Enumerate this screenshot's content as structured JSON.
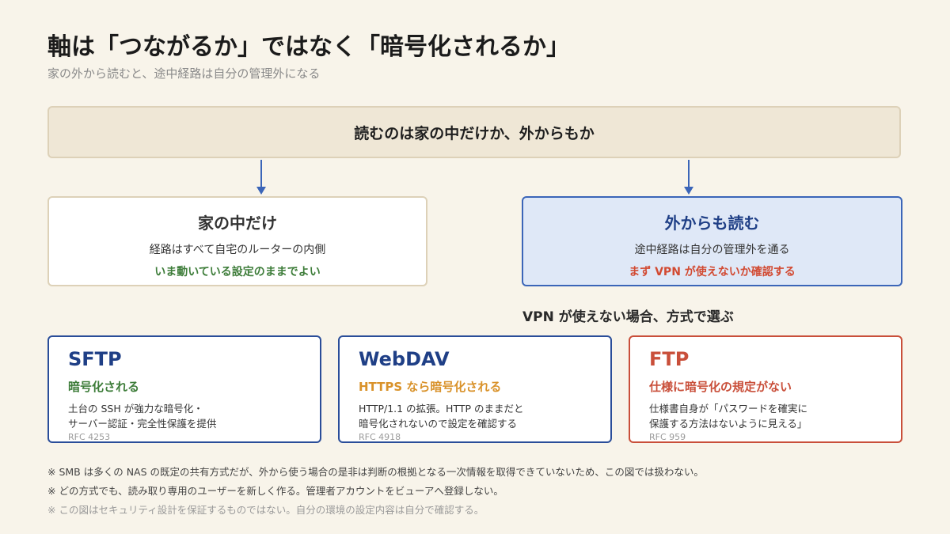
{
  "header": {
    "title": "軸は「つながるか」ではなく「暗号化されるか」",
    "subtitle": "家の外から読むと、途中経路は自分の管理外になる"
  },
  "root": {
    "question": "読むのは家の中だけか、外からもか"
  },
  "branches": {
    "home": {
      "title": "家の中だけ",
      "description": "経路はすべて自宅のルーターの内側",
      "note": "いま動いている設定のままでよい"
    },
    "outside": {
      "title": "外からも読む",
      "description": "途中経路は自分の管理外を通る",
      "note": "まず VPN が使えないか確認する"
    }
  },
  "vpn_caption": "VPN が使えない場合、方式で選ぶ",
  "methods": [
    {
      "name": "SFTP",
      "status": "暗号化される",
      "description_lines": [
        "土台の SSH が強力な暗号化・",
        "サーバー認証・完全性保護を提供"
      ],
      "rfc": "RFC 4253"
    },
    {
      "name": "WebDAV",
      "status": "HTTPS なら暗号化される",
      "description_lines": [
        "HTTP/1.1 の拡張。HTTP のままだと",
        "暗号化されないので設定を確認する"
      ],
      "rfc": "RFC 4918"
    },
    {
      "name": "FTP",
      "status": "仕様に暗号化の規定がない",
      "description_lines": [
        "仕様書自身が「パスワードを確実に",
        "保護する方法はないように見える」"
      ],
      "rfc": "RFC 959"
    }
  ],
  "notes": [
    "※ SMB は多くの NAS の既定の共有方式だが、外から使う場合の是非は判断の根拠となる一次情報を取得できていないため、この図では扱わない。",
    "※ どの方式でも、読み取り専用のユーザーを新しく作る。管理者アカウントをビューアへ登録しない。",
    "※ この図はセキュリティ設計を保証するものではない。自分の環境の設定内容は自分で確認する。"
  ],
  "colors": {
    "background": "#f8f4ea",
    "blue": "#2a4d99",
    "green": "#3e7d3a",
    "orange": "#d9922a",
    "red": "#c94f3a"
  }
}
